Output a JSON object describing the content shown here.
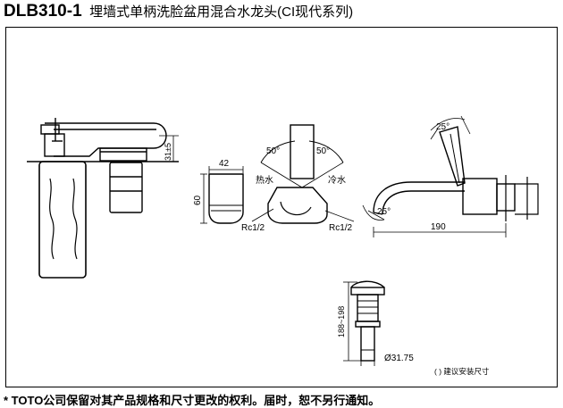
{
  "header": {
    "model": "DLB310-1",
    "description": "埋墙式单柄洗脸盆用混合水龙头(CI现代系列)"
  },
  "labels": {
    "dim_31_5": "31±5",
    "dim_42": "42",
    "dim_60": "60",
    "angle_50_left": "50°",
    "angle_50_right": "50°",
    "hot_water": "热水",
    "cold_water": "冷水",
    "rc_left": "Rc1/2",
    "rc_right": "Rc1/2",
    "angle_25_top": "25°",
    "angle_25_bottom": "25°",
    "dim_190": "190",
    "dim_188_198": "188~198",
    "dim_31_75": "Ø31.75"
  },
  "note": "( ) 建议安装尺寸",
  "footer": "* TOTO公司保留对其产品规格和尺寸更改的权利。届时，恕不另行通知。"
}
